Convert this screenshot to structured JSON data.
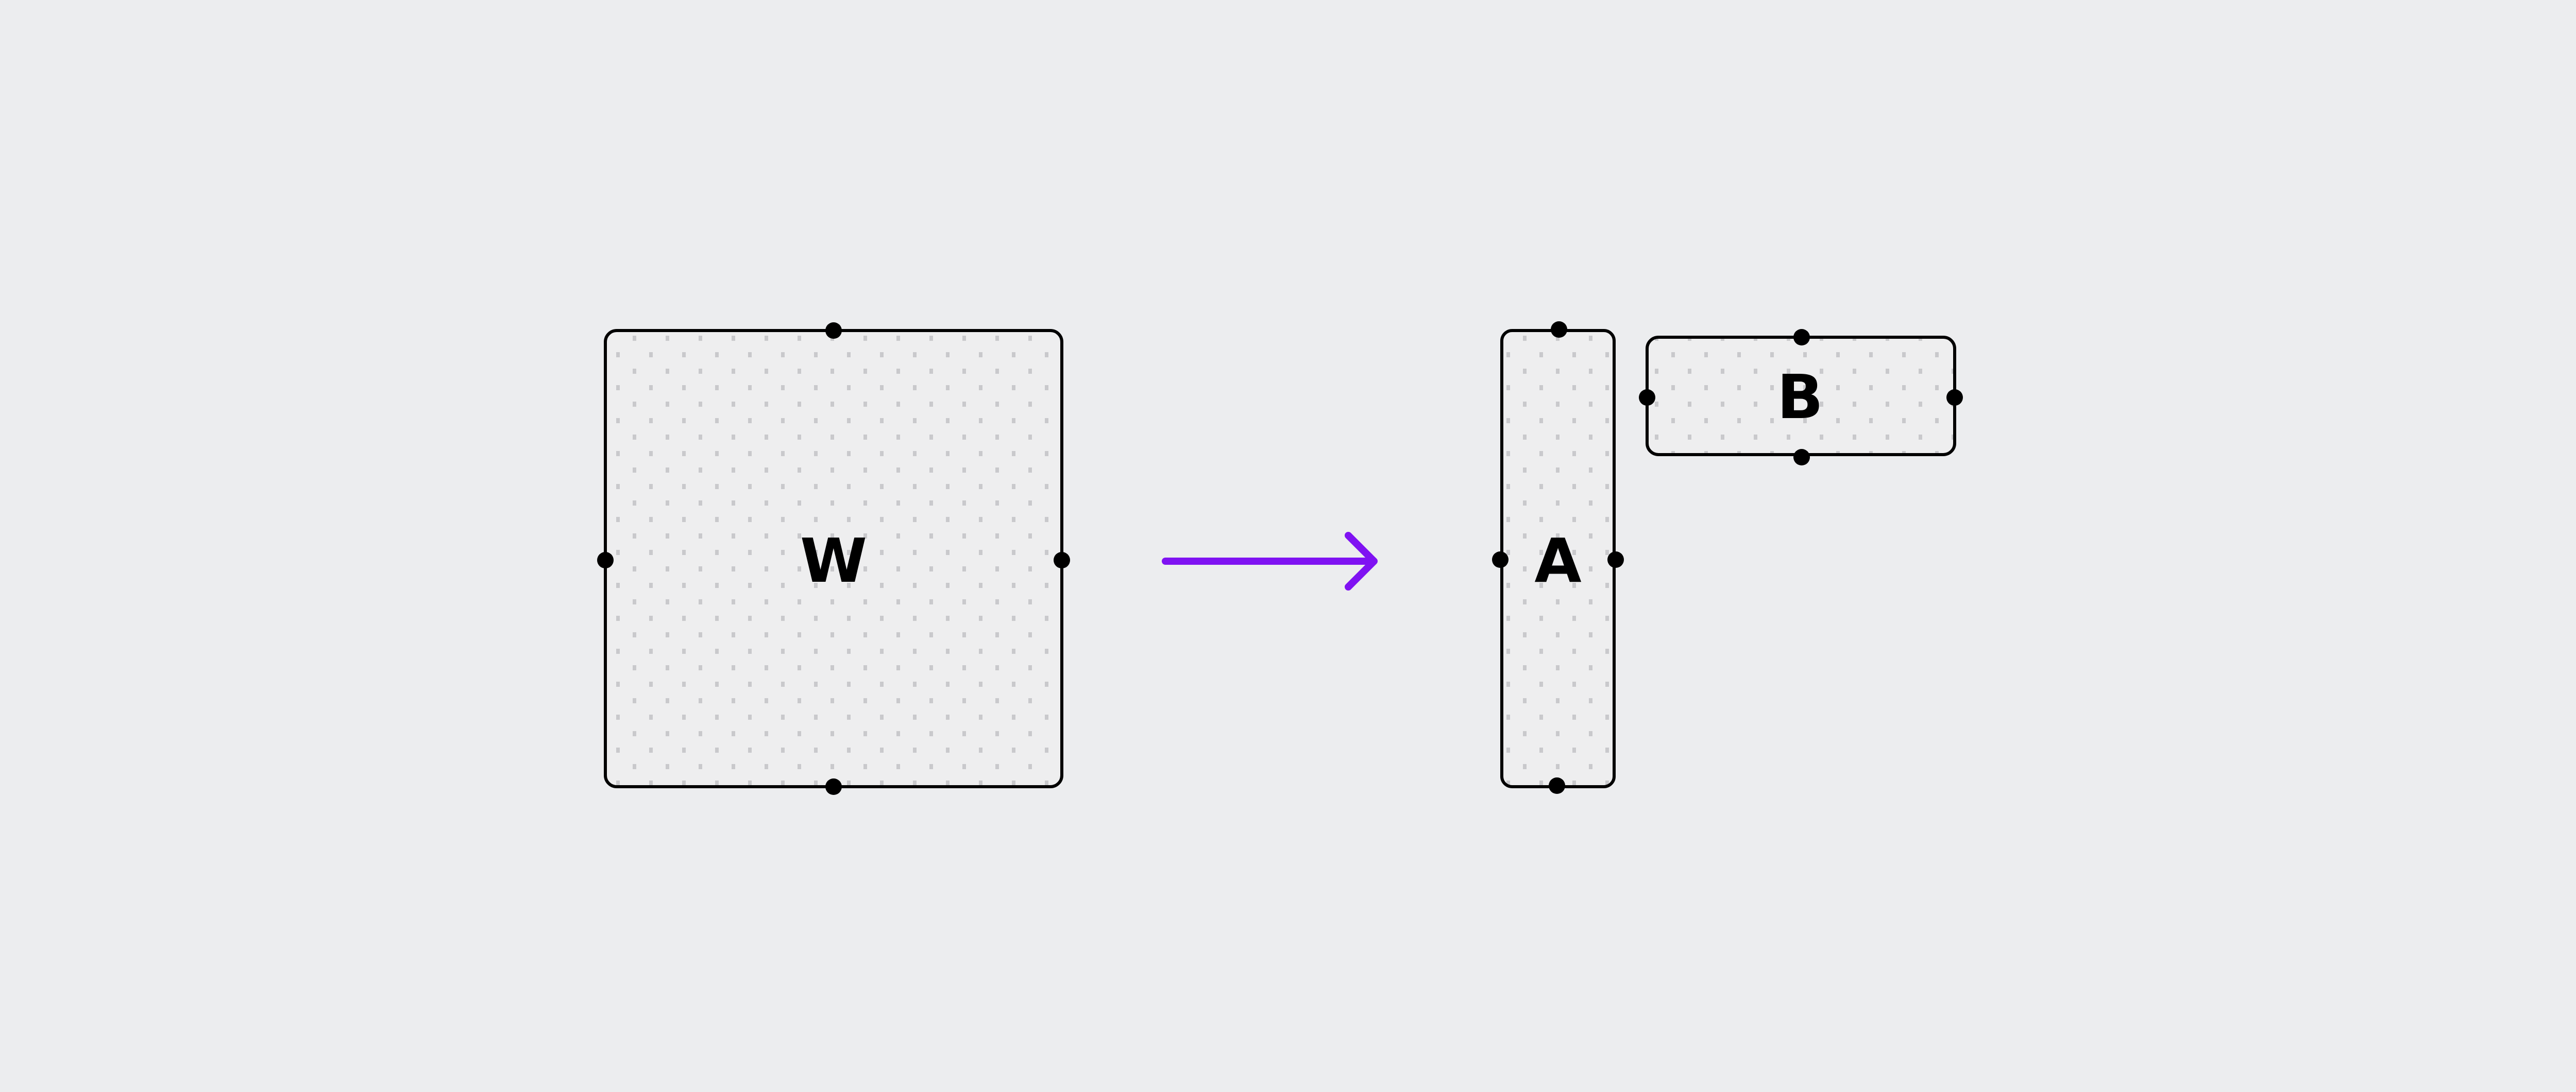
{
  "diagram": {
    "source_box": {
      "label": "W"
    },
    "result_boxes": [
      {
        "label": "A"
      },
      {
        "label": "B"
      }
    ],
    "colors": {
      "background": "#ecedef",
      "box_fill": "#eeeeef",
      "dot_pattern": "#c9c9cc",
      "outline": "#000000",
      "arrow": "#7f12f2"
    }
  }
}
